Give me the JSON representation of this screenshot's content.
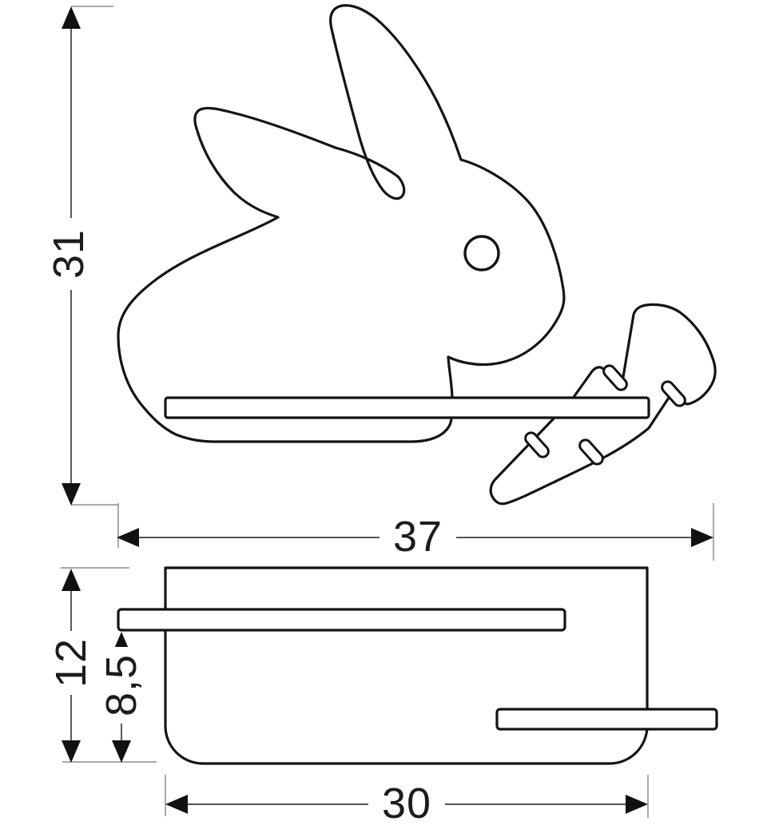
{
  "drawing": {
    "type": "technical-dimension-drawing",
    "views": {
      "side_view": "rabbit-with-carrot-shelf-lamp-silhouette",
      "front_view": "lamp-base-with-two-shelf-boards"
    },
    "dimensions": {
      "total_height": {
        "value": "31"
      },
      "total_width": {
        "value": "37"
      },
      "front_height": {
        "value": "12"
      },
      "shelf_height": {
        "value": "8,5"
      },
      "front_width": {
        "value": "30"
      }
    },
    "colors": {
      "outline": "#141414",
      "dimension_line": "#3d3d3d",
      "extension_line": "#8c8c8c",
      "arrow": "#111111",
      "background": "#ffffff"
    }
  }
}
